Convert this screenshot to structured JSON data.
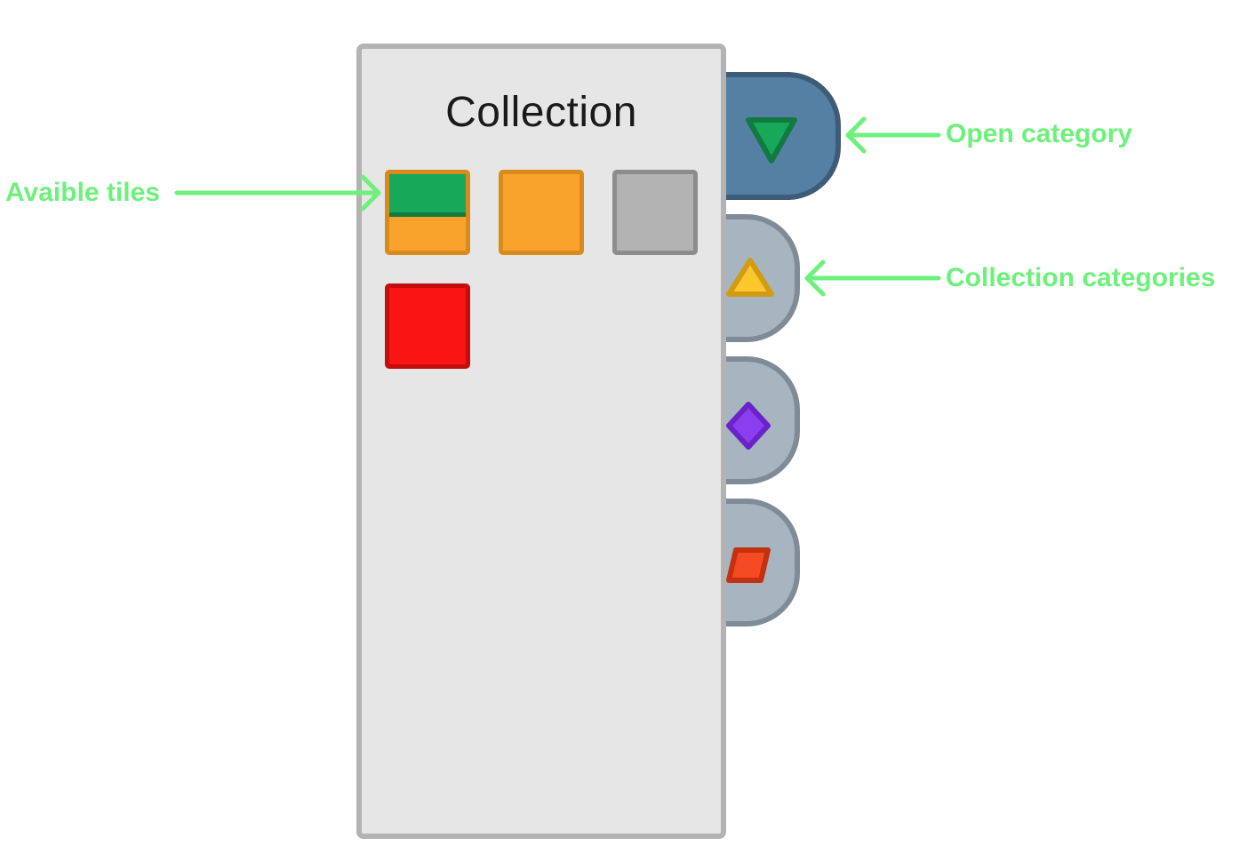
{
  "panel": {
    "title": "Collection"
  },
  "tiles": [
    {
      "name": "split-tile",
      "colors": [
        "#17a85a",
        "#f9a32c"
      ]
    },
    {
      "name": "orange-tile",
      "color": "#f9a32c"
    },
    {
      "name": "gray-tile",
      "color": "#b3b3b3"
    },
    {
      "name": "red-tile",
      "color": "#fa1414"
    }
  ],
  "categories": [
    {
      "icon": "green-down-triangle-icon",
      "color": "#17a85a",
      "state": "open"
    },
    {
      "icon": "yellow-up-triangle-icon",
      "color": "#fcc72c"
    },
    {
      "icon": "purple-diamond-icon",
      "color": "#8a3ef0"
    },
    {
      "icon": "red-parallelogram-icon",
      "color": "#f44b24"
    }
  ],
  "annotations": {
    "available_tiles": "Avaible tiles",
    "open_category": "Open category",
    "collection_categories": "Collection categories",
    "color": "#6ef07c"
  }
}
